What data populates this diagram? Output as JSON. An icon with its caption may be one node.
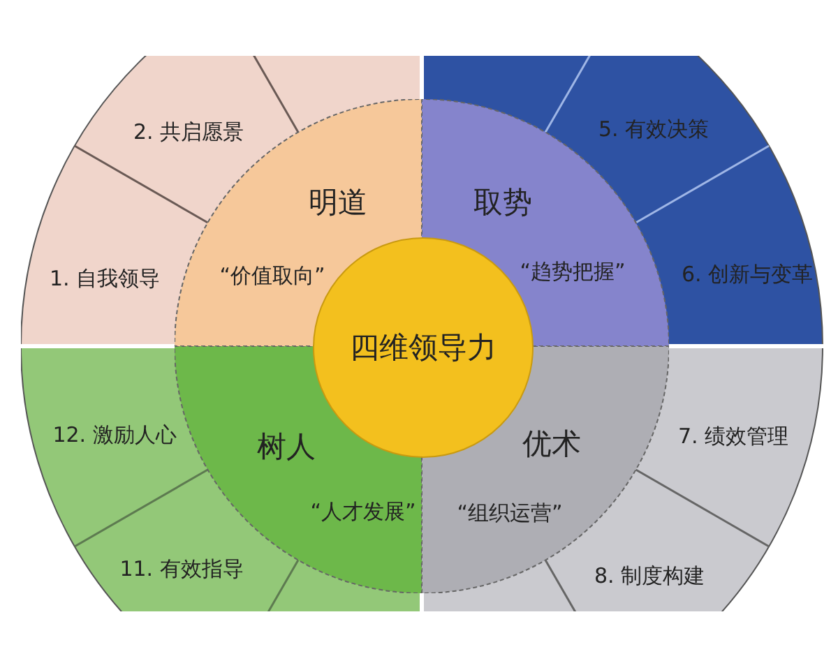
{
  "diagram": {
    "nodes": [
      {
        "text": [
          "2. 共启愿景"
        ]
      },
      {
        "text": [
          "明道",
          "“价值取向”"
        ]
      },
      {
        "text": [
          "取势",
          "“趋势把握”"
        ]
      },
      {
        "text": [
          "5. 有效决策"
        ]
      },
      {
        "text": [
          "1. 自我领导"
        ]
      },
      {
        "text": [
          "6. 创新与变革"
        ]
      },
      {
        "text": [
          "四维领导力"
        ]
      },
      {
        "text": [
          "12. 激励人心"
        ]
      },
      {
        "text": [
          "树人",
          "“人才发展”"
        ]
      },
      {
        "text": [
          "优术",
          "“组织运营”"
        ]
      },
      {
        "text": [
          "7. 绩效管理"
        ]
      },
      {
        "text": [
          "11. 有效指导"
        ]
      },
      {
        "text": [
          "8. 制度构建"
        ]
      }
    ]
  }
}
